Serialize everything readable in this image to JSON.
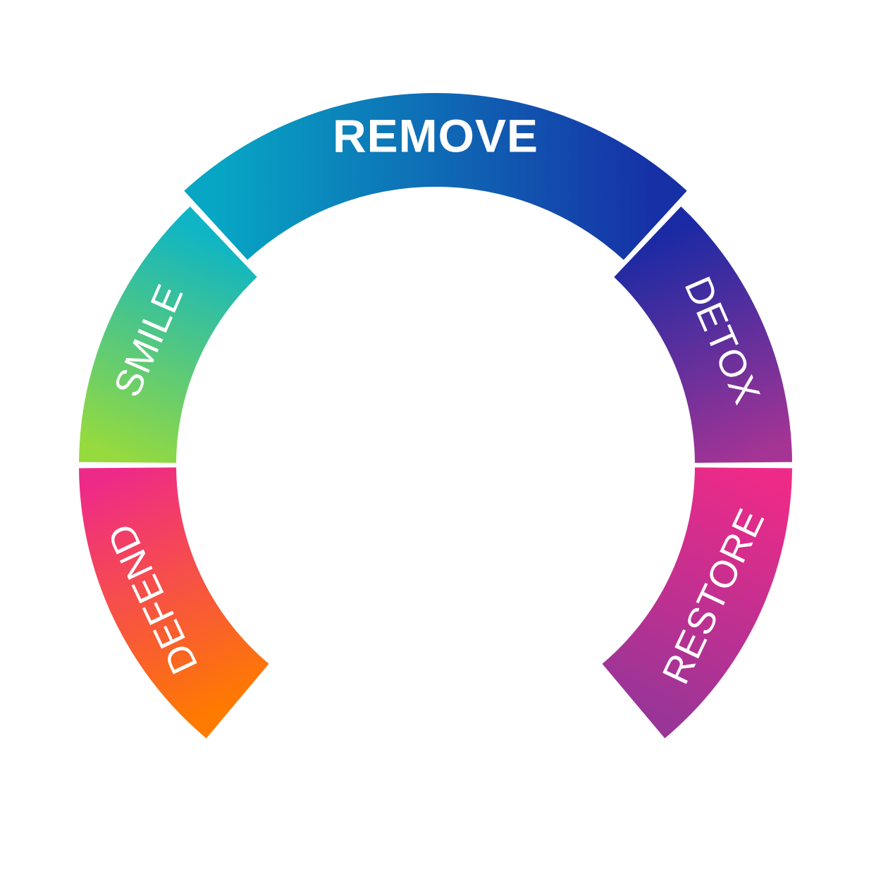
{
  "diagram": {
    "segments": [
      {
        "id": "defend",
        "label": "DEFEND",
        "from_color": "#ff7a00",
        "to_color": "#ee2a88",
        "emphasis": "regular"
      },
      {
        "id": "smile",
        "label": "SMILE",
        "from_color": "#96da3e",
        "to_color": "#0fb5c4",
        "emphasis": "regular"
      },
      {
        "id": "remove",
        "label": "REMOVE",
        "from_color": "#07a6c4",
        "to_color": "#1630a6",
        "emphasis": "bold"
      },
      {
        "id": "detox",
        "label": "DETOX",
        "from_color": "#1a2aa4",
        "to_color": "#a53494",
        "emphasis": "regular"
      },
      {
        "id": "restore",
        "label": "RESTORE",
        "from_color": "#ee2a88",
        "to_color": "#9a3597",
        "emphasis": "regular"
      }
    ]
  }
}
